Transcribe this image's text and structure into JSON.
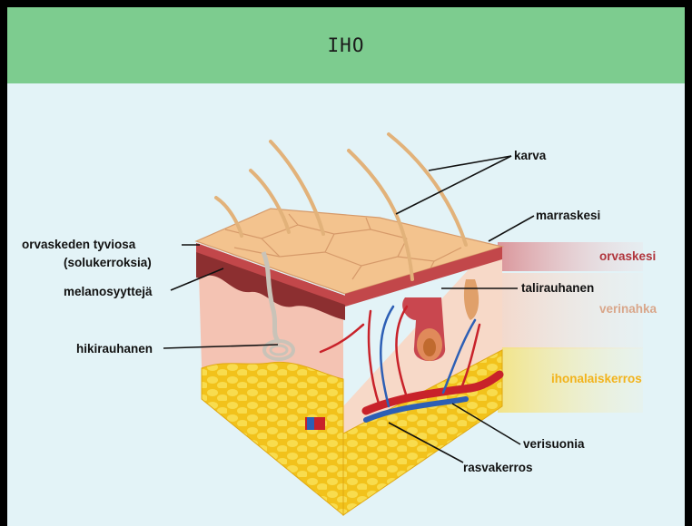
{
  "title": "IHO",
  "labels": {
    "karva": "karva",
    "marraskesi": "marraskesi",
    "orvaskeden_tyviosa_1": "orvaskeden tyviosa",
    "orvaskeden_tyviosa_2": "(solukerroksia)",
    "melanosyytteja": "melanosyyttejä",
    "talirauhanen": "talirauhanen",
    "hikirauhanen": "hikirauhanen",
    "verisuonia": "verisuonia",
    "rasvakerros": "rasvakerros"
  },
  "layers": {
    "orvaskesi": "orvaskesi",
    "verinahka": "verinahka",
    "ihonalaiskerros": "ihonalaiskerros"
  },
  "colors": {
    "header": "#7dcc8f",
    "background": "#e3f3f7",
    "orvaskesi": "#b0343c",
    "verinahka": "#e9b89c",
    "ihonalaiskerros": "#f2c21b"
  }
}
